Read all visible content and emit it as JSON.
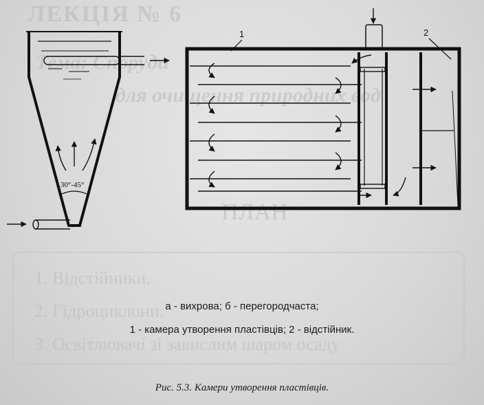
{
  "background_text": {
    "lecture": "ЛЕКЦІЯ № 6",
    "theme": "Тема: Споруди",
    "subtitle": "для очищення природних вод",
    "plan": "ПЛАН",
    "items": [
      "1. Відстійники.",
      "2. Гідроциклони.",
      "3. Освітлювачі зі завислим шаром осаду"
    ]
  },
  "diagram": {
    "angle_label": "30°-45°",
    "callout_1": "1",
    "callout_2": "2"
  },
  "legend": {
    "line_1": "а - вихрова; б - перегородчаста;",
    "line_2": "1 - камера утворення пластівців; 2 - відстійник."
  },
  "caption": "Рис. 5.3. Камери утворення пластівців."
}
